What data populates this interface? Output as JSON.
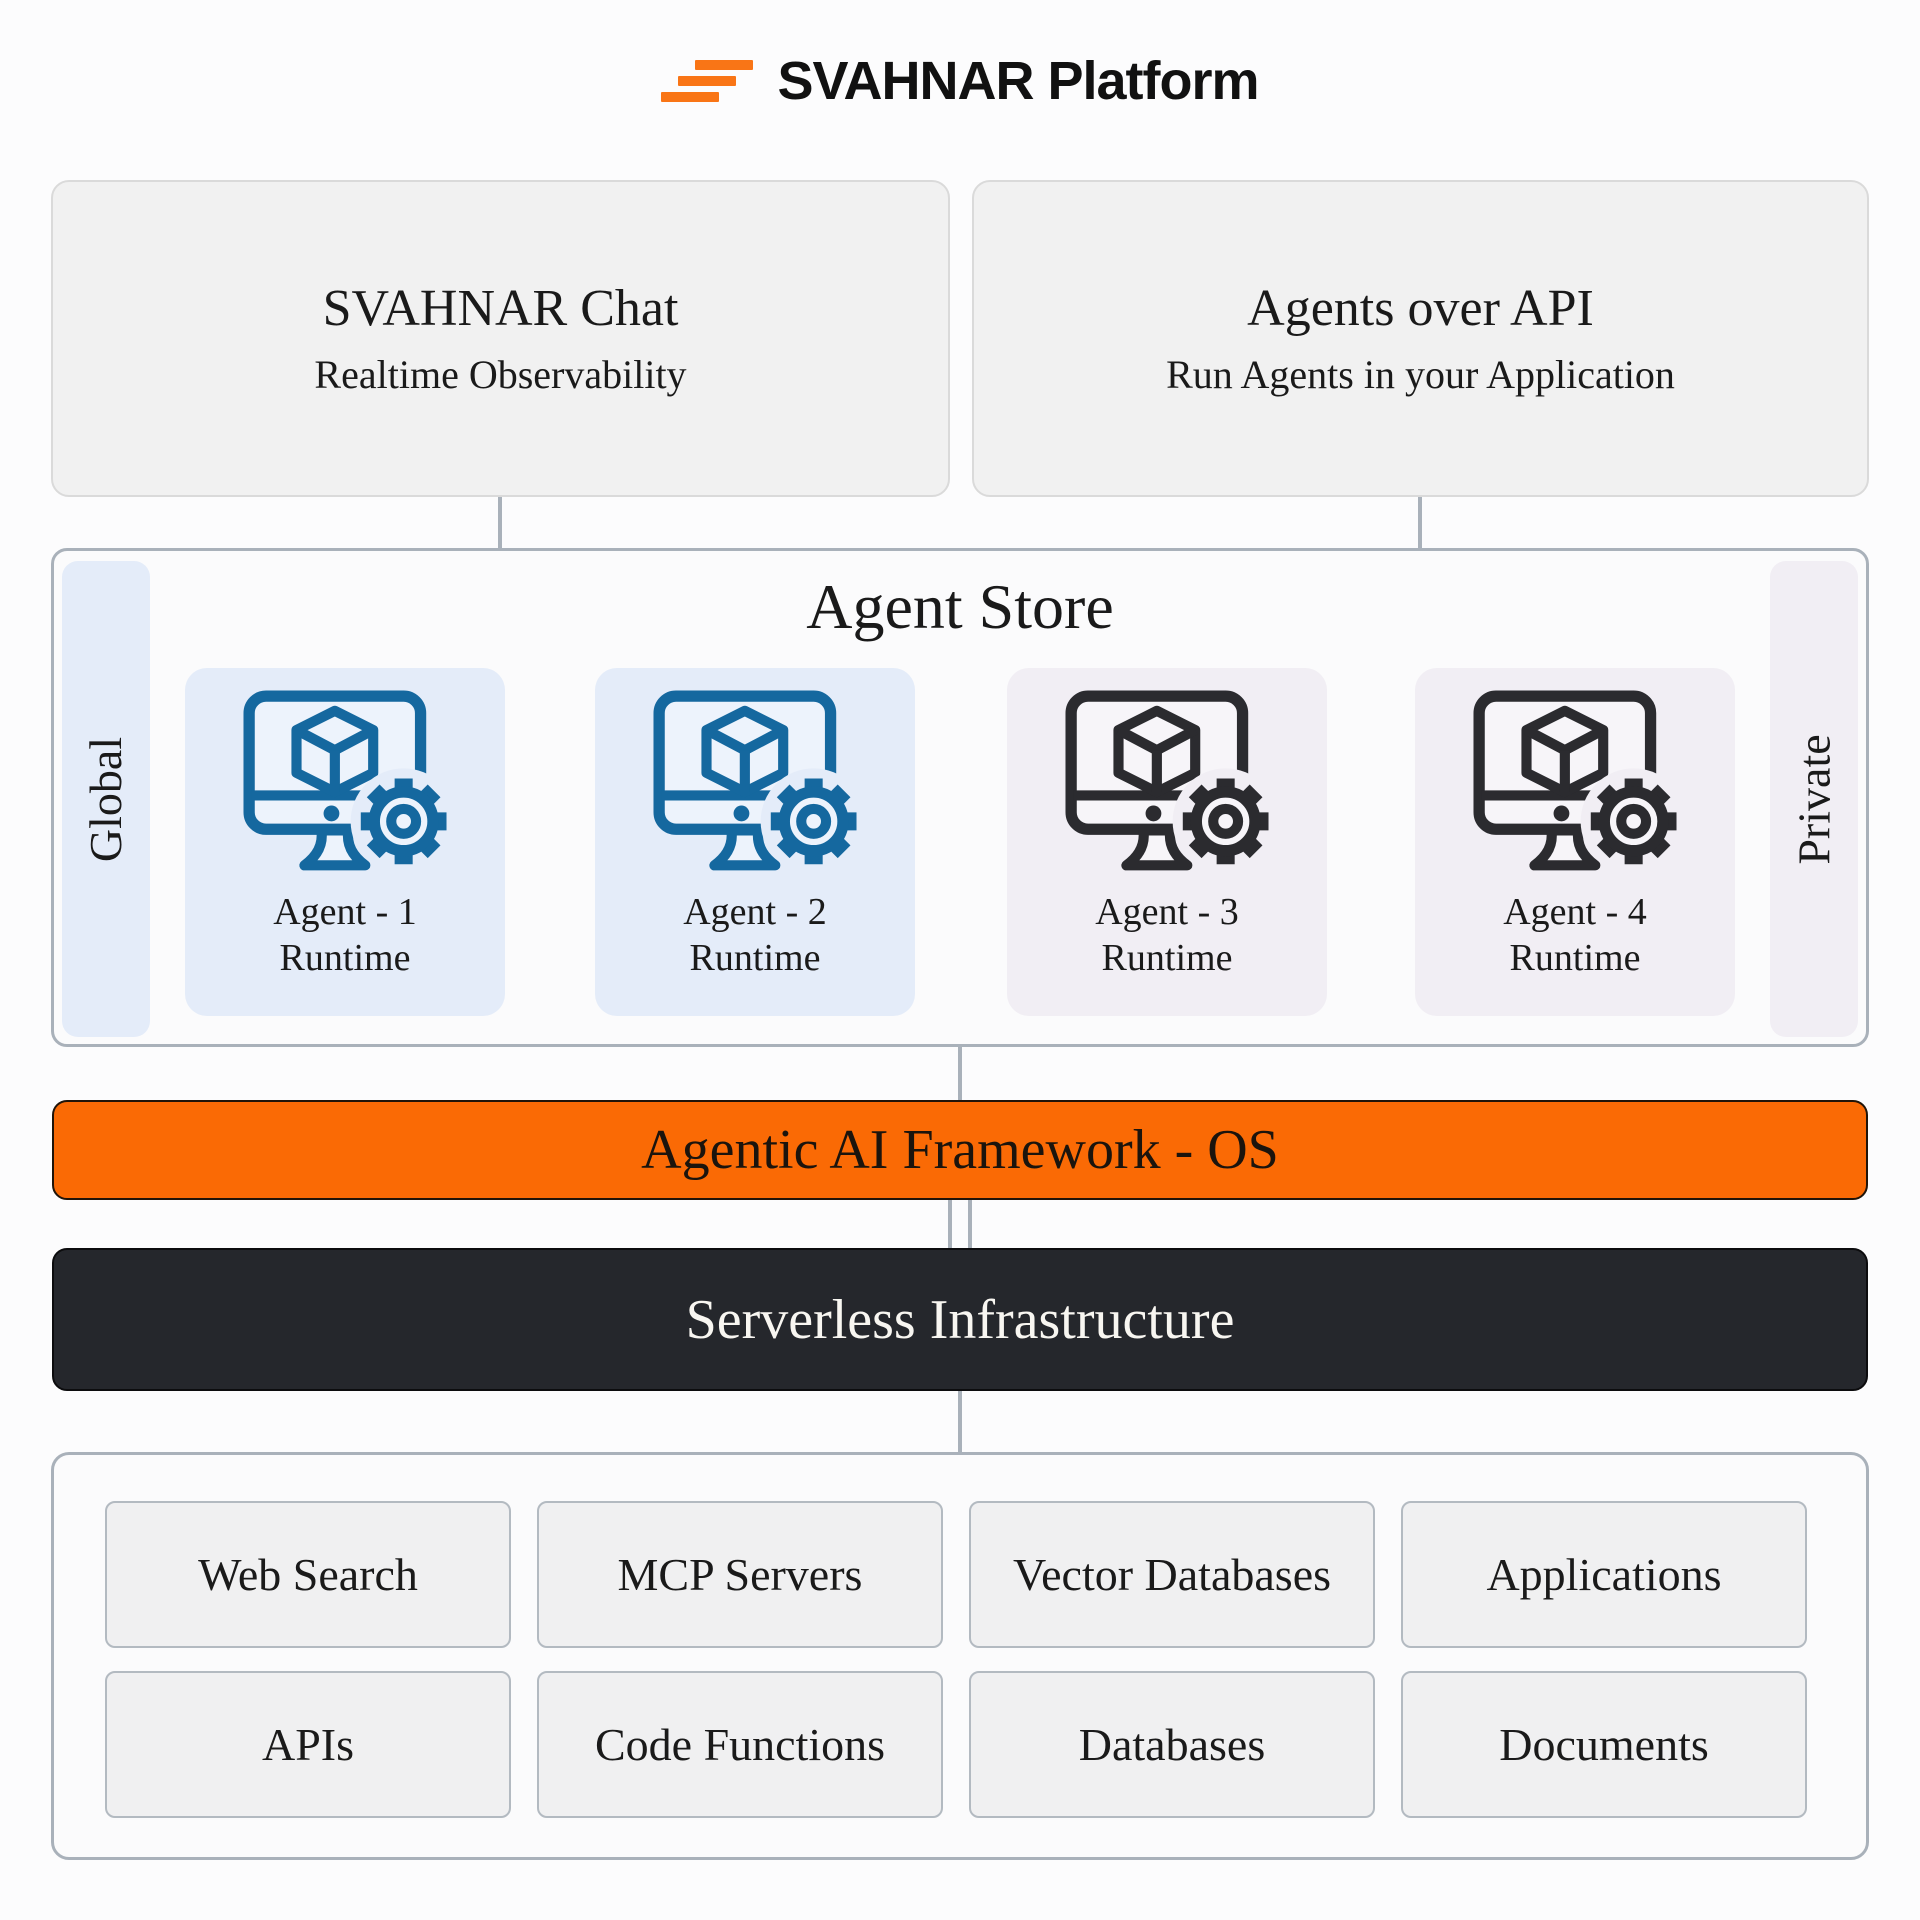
{
  "header": {
    "title": "SVAHNAR Platform",
    "logo": "three-orange-stacked-bars"
  },
  "colors": {
    "page_bg": "#fcfcfd",
    "accent": "#fa6a05",
    "logo_orange": "#f97516",
    "blue": "#15689f",
    "blue_bg": "#e4ecf9",
    "lavender_bg": "#f1eef4",
    "dark_icon": "#2b2b2f",
    "dark_bar": "#25272c",
    "line": "#a9b1ba",
    "box_bg": "#f1f1f1",
    "panel_bg": "#fbfbfc",
    "item_bg": "#f0f0f1",
    "text": "#1a1a1a",
    "bar_text_light": "#f8f6f1"
  },
  "top_boxes": [
    {
      "title": "SVAHNAR Chat",
      "subtitle": "Realtime Observability"
    },
    {
      "title": "Agents over API",
      "subtitle": "Run Agents in your Application"
    }
  ],
  "agent_store": {
    "title": "Agent Store",
    "left_label": "Global",
    "right_label": "Private",
    "agents": [
      {
        "line1": "Agent - 1",
        "line2": "Runtime",
        "variant": "blue",
        "icon": "monitor-cube-gear"
      },
      {
        "line1": "Agent - 2",
        "line2": "Runtime",
        "variant": "blue",
        "icon": "monitor-cube-gear"
      },
      {
        "line1": "Agent - 3",
        "line2": "Runtime",
        "variant": "dark",
        "icon": "monitor-cube-gear"
      },
      {
        "line1": "Agent - 4",
        "line2": "Runtime",
        "variant": "dark",
        "icon": "monitor-cube-gear"
      }
    ]
  },
  "framework_bar": {
    "label": "Agentic AI Framework - OS"
  },
  "infra_bar": {
    "label": "Serverless Infrastructure"
  },
  "resources": {
    "items": [
      "Web Search",
      "MCP Servers",
      "Vector Databases",
      "Applications",
      "APIs",
      "Code Functions",
      "Databases",
      "Documents"
    ]
  }
}
